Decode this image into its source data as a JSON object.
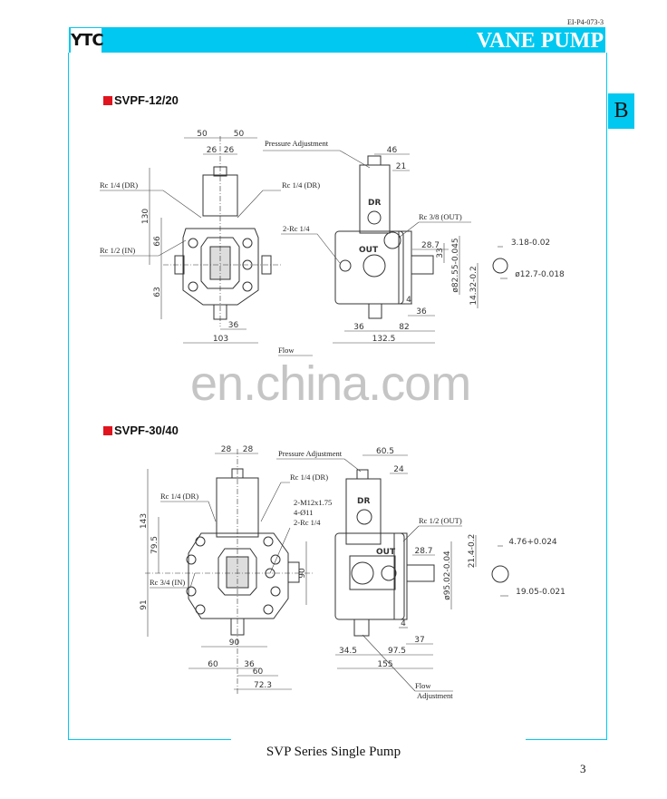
{
  "header": {
    "doc_id": "EI-P4-073-3",
    "logo": "YTC",
    "title": "VANE PUMP",
    "tab": "B",
    "accent": "#00c8f0",
    "marker": "#e0141e"
  },
  "watermark": "en.china.com",
  "sections": [
    {
      "name": "SVPF-12/20",
      "labels": {
        "pressure": "Pressure Adjustment",
        "dr_left": "Rc 1/4 (DR)",
        "dr_right": "Rc 1/4 (DR)",
        "in": "Rc 1/2 (IN)",
        "rc": "2-Rc 1/4",
        "out": "Rc 3/8 (OUT)",
        "flow": "Flow",
        "body_dr": "DR",
        "body_out": "OUT"
      },
      "dims": [
        "50",
        "50",
        "26",
        "26",
        "130",
        "66",
        "63",
        "36",
        "103",
        "46",
        "21",
        "28.7",
        "33",
        "ø82.55-0.045",
        "4",
        "36",
        "36",
        "82",
        "132.5",
        "3.18-0.02",
        "ø12.7-0.018",
        "14.32-0.2"
      ]
    },
    {
      "name": "SVPF-30/40",
      "labels": {
        "pressure": "Pressure Adjustment",
        "dr_left": "Rc 1/4 (DR)",
        "dr_right": "Rc 1/4 (DR)",
        "m12": "2-M12x1.75",
        "holes": "4-Ø11",
        "rc": "2-Rc 1/4",
        "in": "Rc 3/4 (IN)",
        "out": "Rc 1/2 (OUT)",
        "flow": "Flow",
        "adjust": "Adjustment",
        "body_dr": "DR",
        "body_out": "OUT"
      },
      "dims": [
        "28",
        "28",
        "143",
        "79.5",
        "91",
        "90",
        "60",
        "36",
        "60",
        "72.3",
        "90",
        "60.5",
        "24",
        "28.7",
        "ø95.02-0.04",
        "4",
        "37",
        "34.5",
        "97.5",
        "155",
        "21.4-0.2",
        "4.76+0.024",
        "19.05-0.021"
      ]
    }
  ],
  "footer": {
    "title": "SVP Series Single Pump",
    "page": "3"
  }
}
